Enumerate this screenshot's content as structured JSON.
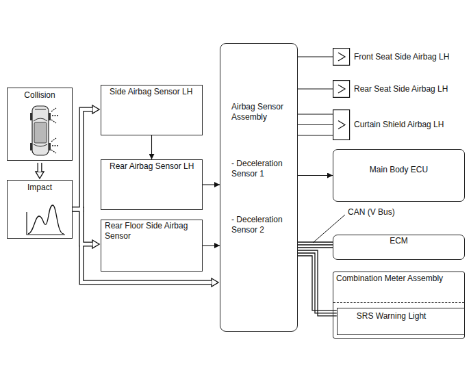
{
  "diagram": {
    "nodes": [
      {
        "text": [
          "Collision"
        ]
      },
      {
        "text": [
          "Impact"
        ]
      },
      {
        "text": [
          "Side Airbag Sensor LH"
        ]
      },
      {
        "text": [
          "Rear Airbag Sensor LH"
        ]
      },
      {
        "text": [
          "Rear Floor Side Airbag Sensor"
        ]
      },
      {
        "text": [
          "Airbag Sensor Assembly",
          "- Deceleration Sensor 1",
          "- Deceleration Sensor 2"
        ]
      },
      {
        "text": [
          "Front Seat Side Airbag LH"
        ]
      },
      {
        "text": [
          "Rear Seat Side Airbag LH"
        ]
      },
      {
        "text": [
          "Curtain Shield Airbag LH"
        ]
      },
      {
        "text": [
          "Main Body ECU"
        ]
      },
      {
        "text": [
          "ECM"
        ]
      },
      {
        "text": [
          "Combination Meter Assembly"
        ]
      },
      {
        "text": [
          "SRS Warning Light"
        ],
        "in": 11
      }
    ],
    "edges": [
      {
        "from": 0,
        "to": 1,
        "arrow": "to"
      },
      {
        "from": 1,
        "to": 2,
        "arrow": "to"
      },
      {
        "from": 1,
        "to": 4,
        "arrow": "to"
      },
      {
        "from": 1,
        "to": 5,
        "arrow": "to"
      },
      {
        "from": 2,
        "to": 3,
        "arrow": "to"
      },
      {
        "from": 3,
        "to": 5,
        "arrow": "to"
      },
      {
        "from": 4,
        "to": 5,
        "arrow": "to"
      },
      {
        "from": 5,
        "to": 6,
        "arrow": "none"
      },
      {
        "from": 5,
        "to": 7,
        "arrow": "none"
      },
      {
        "from": 5,
        "to": 8,
        "arrow": "none"
      },
      {
        "from": 5,
        "to": 9,
        "arrow": "to"
      },
      {
        "from": 5,
        "to": 10,
        "arrow": "none"
      },
      {
        "from": 5,
        "to": 12,
        "arrow": "none"
      }
    ],
    "labels": [
      "CAN (V Bus)"
    ]
  }
}
